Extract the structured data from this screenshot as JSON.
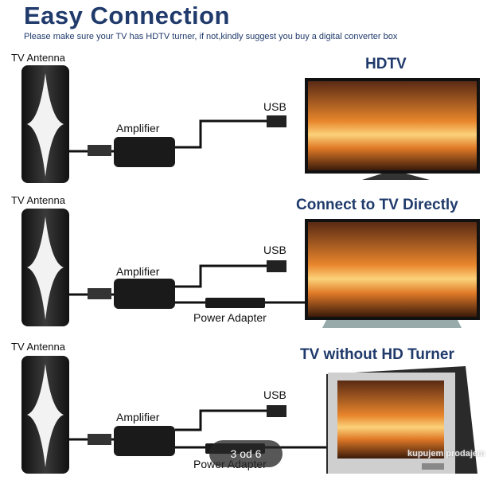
{
  "header": {
    "title": "Easy Connection",
    "subtitle": "Please make sure your TV has HDTV turner, if not,kindly suggest you buy a digital converter box"
  },
  "sections": [
    {
      "antenna_label": "TV Antenna",
      "title": "HDTV",
      "amplifier_label": "Amplifier",
      "usb_label": "USB"
    },
    {
      "antenna_label": "TV Antenna",
      "title": "Connect to TV Directly",
      "amplifier_label": "Amplifier",
      "usb_label": "USB",
      "power_label": "Power Adapter"
    },
    {
      "antenna_label": "TV Antenna",
      "title": "TV without HD Turner",
      "amplifier_label": "Amplifier",
      "usb_label": "USB",
      "power_label": "Power Adapter"
    }
  ],
  "pager": {
    "text": "3 od 6"
  },
  "watermark": {
    "text": "kupujem prodajem"
  },
  "colors": {
    "title": "#1f3a6b",
    "sunset": "#f08a2a",
    "device": "#1a1a1a"
  }
}
